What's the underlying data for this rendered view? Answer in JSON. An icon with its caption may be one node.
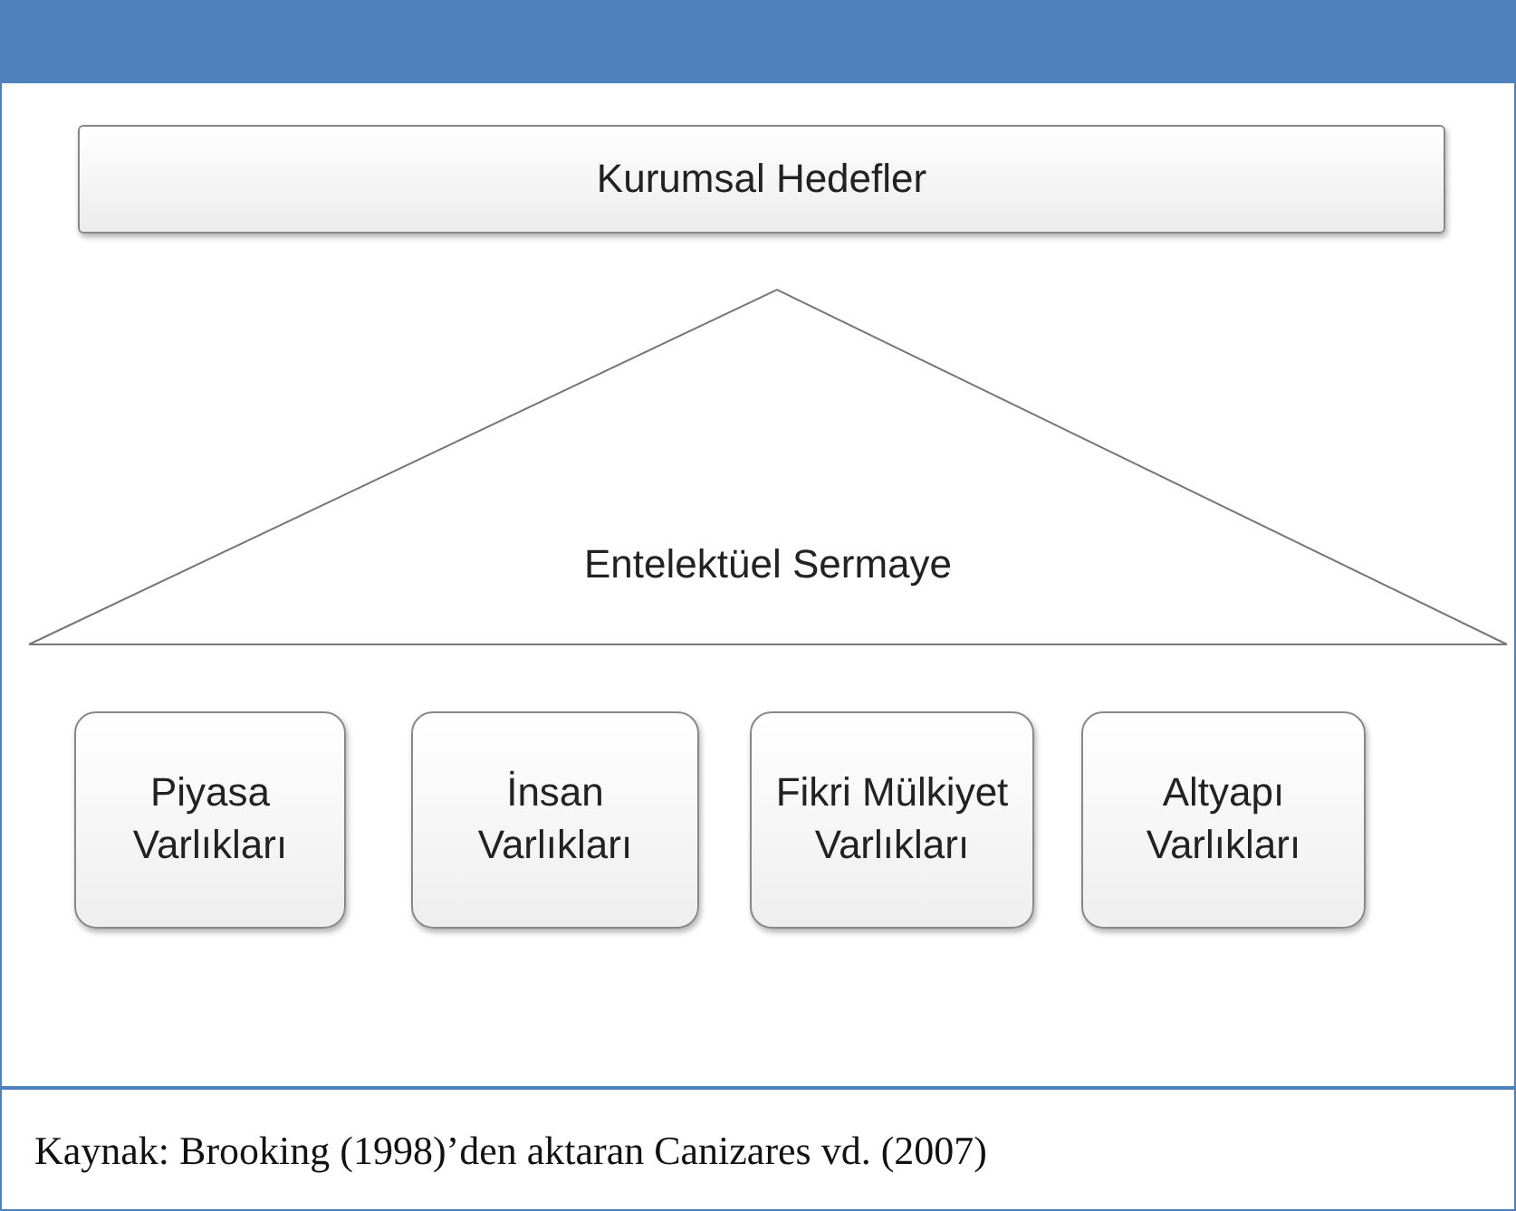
{
  "diagram": {
    "caption": "Kaynak: Brooking (1998)’den aktaran Canizares vd. (2007)",
    "nodes": [
      {
        "text": [
          "Kurumsal Hedefler"
        ]
      },
      {
        "text": [
          "Entelektüel Sermaye"
        ]
      },
      {
        "text": [
          "Piyasa Varlıkları"
        ]
      },
      {
        "text": [
          "İnsan Varlıkları"
        ]
      },
      {
        "text": [
          "Fikri Mülkiyet Varlıkları"
        ]
      },
      {
        "text": [
          "Altyapı Varlıkları"
        ]
      }
    ]
  }
}
